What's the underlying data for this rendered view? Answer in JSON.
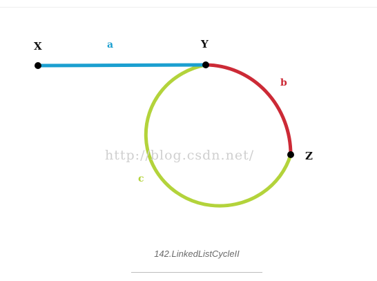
{
  "diagram": {
    "points": {
      "x": "X",
      "y": "Y",
      "z": "Z"
    },
    "segments": {
      "a": "a",
      "b": "b",
      "c": "c"
    },
    "colors": {
      "segment_a": "#1b9fd0",
      "segment_b": "#cc2a36",
      "segment_c": "#b3d33b",
      "node": "#000000"
    }
  },
  "watermark": "http://blog.csdn.net/",
  "caption": "142.LinkedListCycleII"
}
